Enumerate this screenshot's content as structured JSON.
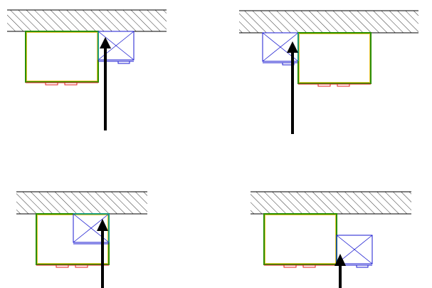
{
  "colors": {
    "background": "#ffffff",
    "wall_line": "#000000",
    "hatch": "#000000",
    "main_box_outer": "#2a8f00",
    "main_box_inner": "#e6b800",
    "foot": "#e02020",
    "aux_box": "#1a1ad0",
    "aux_divider": "#17a0a0",
    "arrow": "#000000"
  },
  "icons": {
    "arrow": "arrow-up-icon",
    "cross": "x-cross-icon"
  },
  "panels": [
    {
      "id": "top-left",
      "aux_position": "right-top"
    },
    {
      "id": "top-right",
      "aux_position": "left-top"
    },
    {
      "id": "bottom-left",
      "aux_position": "inside-top-right"
    },
    {
      "id": "bottom-right",
      "aux_position": "right-bottom"
    }
  ]
}
